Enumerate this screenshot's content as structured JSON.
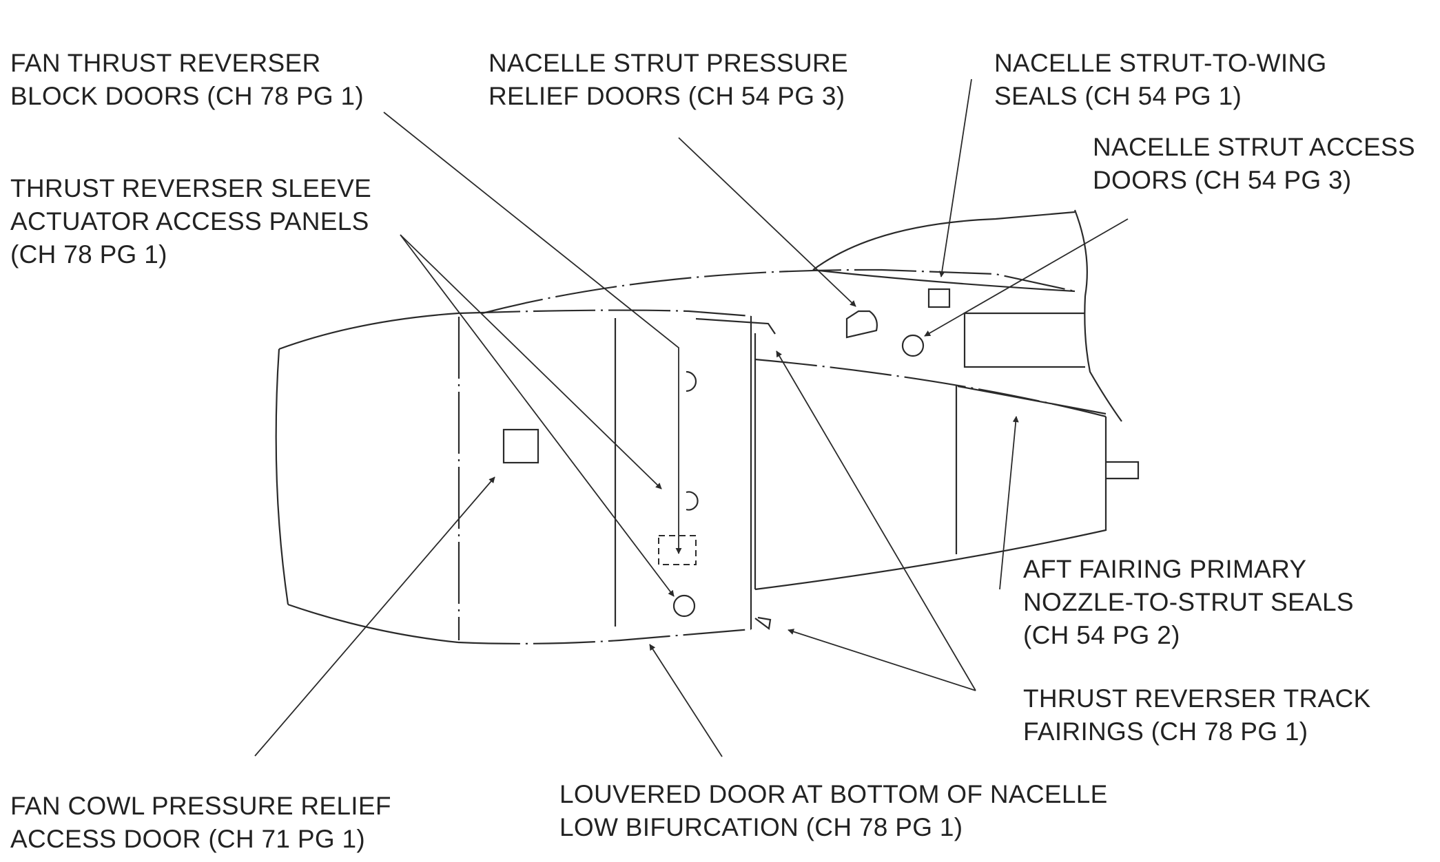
{
  "callouts": [
    {
      "id": "fan-thrust-reverser-block-doors",
      "lines": [
        "FAN THRUST REVERSER",
        "BLOCK DOORS (CH 78 PG 1)"
      ]
    },
    {
      "id": "nacelle-strut-pressure-relief-doors",
      "lines": [
        "NACELLE STRUT PRESSURE",
        "RELIEF DOORS (CH 54 PG 3)"
      ]
    },
    {
      "id": "nacelle-strut-to-wing-seals",
      "lines": [
        "NACELLE STRUT-TO-WING",
        "SEALS (CH 54 PG 1)"
      ]
    },
    {
      "id": "nacelle-strut-access-doors",
      "lines": [
        "NACELLE STRUT ACCESS",
        "DOORS (CH 54 PG 3)"
      ]
    },
    {
      "id": "thrust-reverser-sleeve-actuator-access-panels",
      "lines": [
        "THRUST REVERSER SLEEVE",
        "ACTUATOR ACCESS PANELS",
        "(CH 78 PG 1)"
      ]
    },
    {
      "id": "aft-fairing-primary-nozzle-to-strut-seals",
      "lines": [
        "AFT FAIRING PRIMARY",
        "NOZZLE-TO-STRUT SEALS",
        "(CH 54 PG 2)"
      ]
    },
    {
      "id": "thrust-reverser-track-fairings",
      "lines": [
        "THRUST REVERSER TRACK",
        "FAIRINGS (CH 78 PG 1)"
      ]
    },
    {
      "id": "louvered-door-bottom-of-nacelle",
      "lines": [
        "LOUVERED DOOR AT BOTTOM OF NACELLE",
        "LOW BIFURCATION (CH 78 PG 1)"
      ]
    },
    {
      "id": "fan-cowl-pressure-relief-access-door",
      "lines": [
        "FAN COWL PRESSURE RELIEF",
        "ACCESS DOOR (CH 71 PG 1)"
      ]
    }
  ]
}
